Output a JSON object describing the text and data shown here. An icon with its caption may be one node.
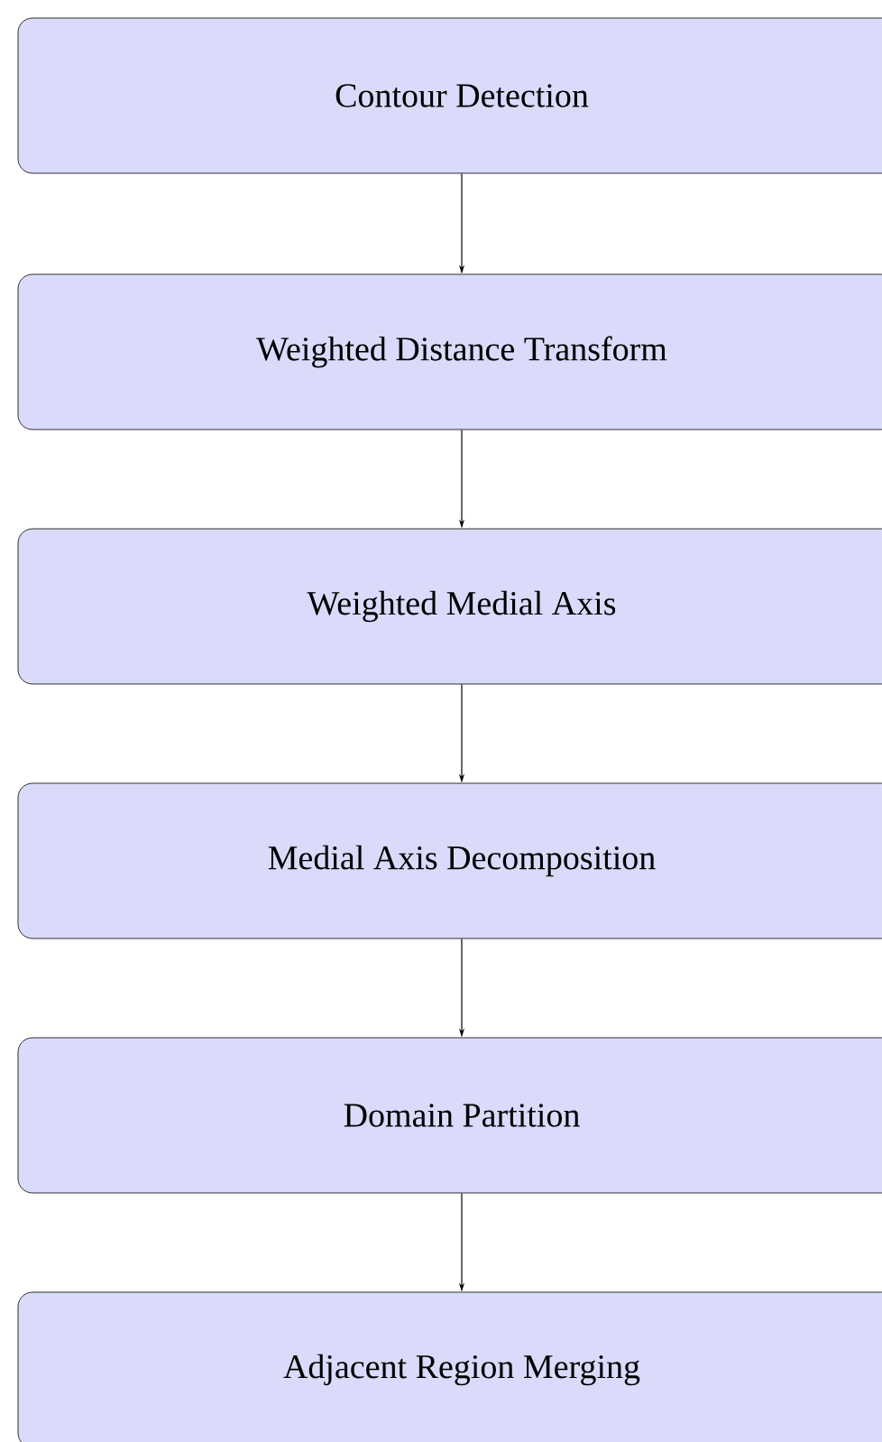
{
  "diagram": {
    "nodes": [
      {
        "text": [
          "Contour Detection"
        ]
      },
      {
        "text": [
          "Weighted Distance Transform"
        ]
      },
      {
        "text": [
          "Weighted Medial Axis"
        ]
      },
      {
        "text": [
          "Medial Axis Decomposition"
        ]
      },
      {
        "text": [
          "Domain Partition"
        ]
      },
      {
        "text": [
          "Adjacent Region Merging"
        ]
      }
    ],
    "edges": [
      {
        "from": 0,
        "to": 1,
        "arrow": "to"
      },
      {
        "from": 1,
        "to": 2,
        "arrow": "to"
      },
      {
        "from": 2,
        "to": 3,
        "arrow": "to"
      },
      {
        "from": 3,
        "to": 4,
        "arrow": "to"
      },
      {
        "from": 4,
        "to": 5,
        "arrow": "to"
      }
    ]
  }
}
